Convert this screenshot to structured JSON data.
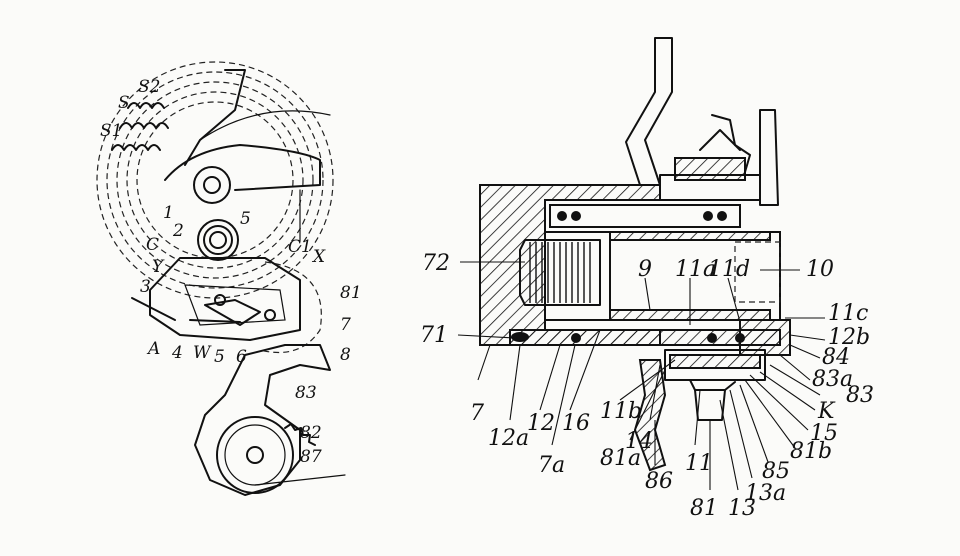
{
  "left_figure": {
    "labels": [
      "S2",
      "S",
      "S1",
      "1",
      "2",
      "5",
      "C",
      "C1",
      "X",
      "Y",
      "3",
      "81",
      "7",
      "A",
      "4",
      "W",
      "5",
      "6",
      "8",
      "83",
      "82",
      "87"
    ]
  },
  "right_figure": {
    "labels": [
      "72",
      "9",
      "11a",
      "11d",
      "10",
      "11c",
      "71",
      "12b",
      "84",
      "83a",
      "83",
      "K",
      "15",
      "81b",
      "85",
      "13a",
      "13",
      "81",
      "86",
      "11",
      "81a",
      "14",
      "11b",
      "7a",
      "16",
      "12",
      "12a",
      "7"
    ]
  }
}
